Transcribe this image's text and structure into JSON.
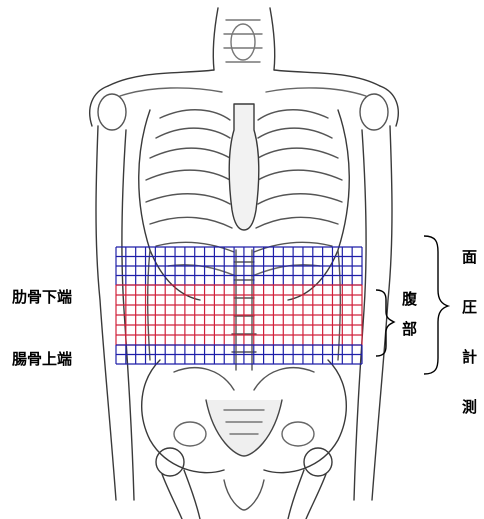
{
  "labels": {
    "rib_lower_edge": "肋骨下端",
    "ilium_upper_edge": "腸骨上端",
    "abdomen": [
      "腹",
      "部"
    ],
    "surface_pressure_measurement": [
      "面",
      "圧",
      "計",
      "測"
    ]
  },
  "colors": {
    "blue_grid": "#1f1fa8",
    "red_grid": "#d0203a",
    "bone_line": "#3a3a3a",
    "bone_shade": "#9a9a9a",
    "text": "#000000"
  }
}
